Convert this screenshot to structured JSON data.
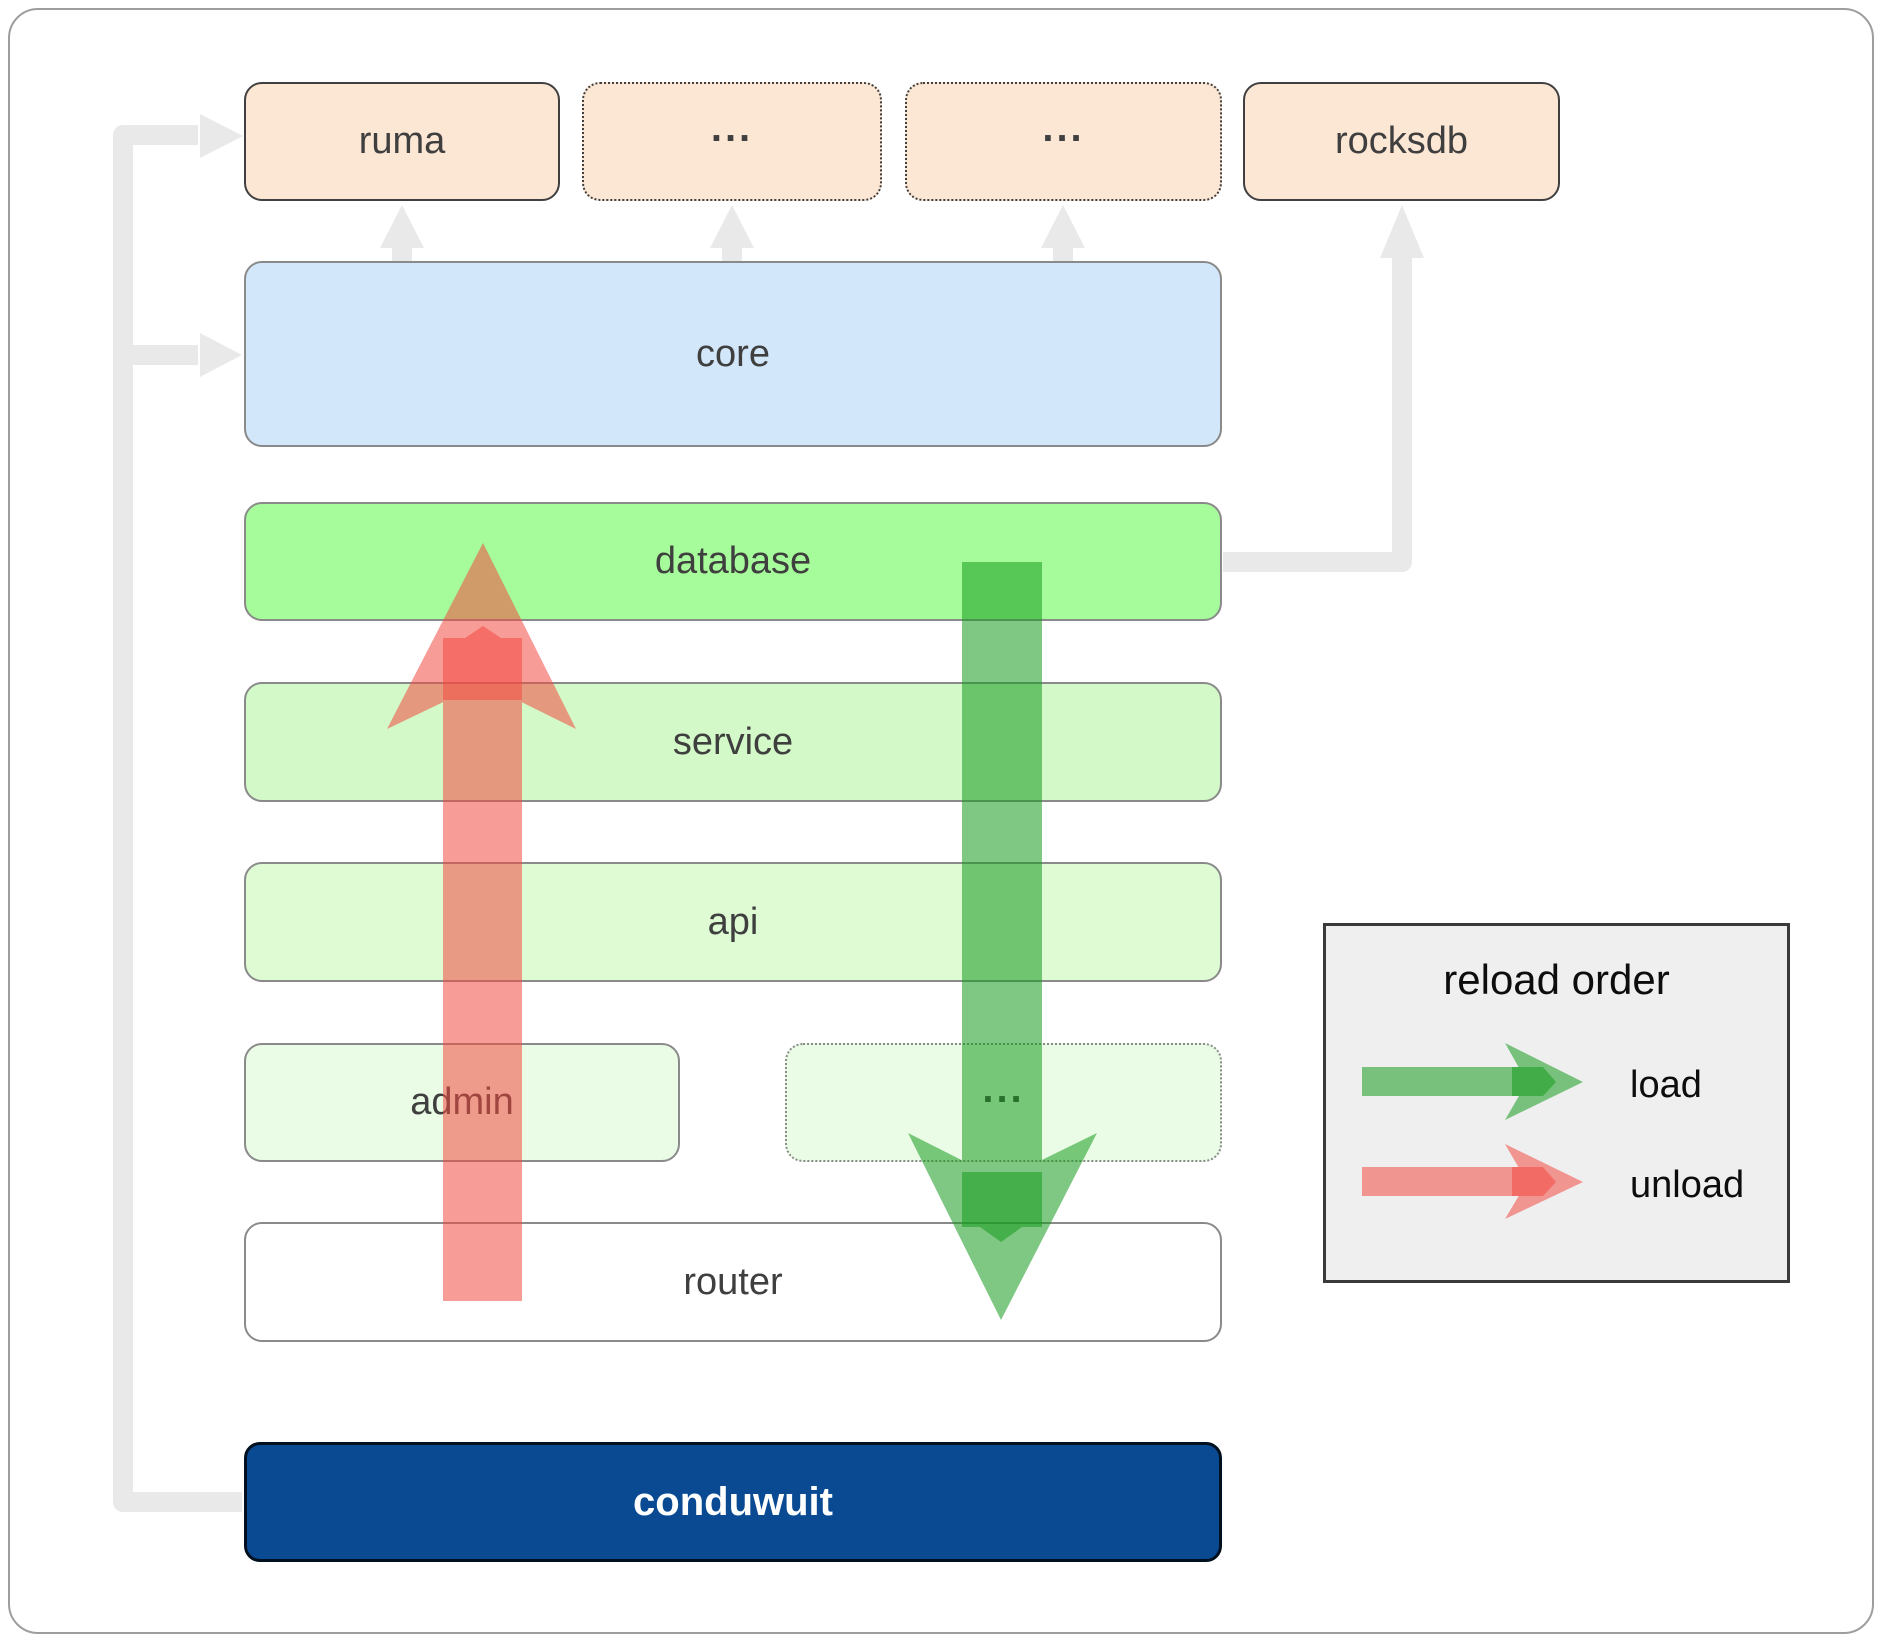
{
  "diagram": {
    "nodes": {
      "ruma": {
        "label": "ruma"
      },
      "deps1": {
        "label": "..."
      },
      "deps2": {
        "label": "..."
      },
      "rocksdb": {
        "label": "rocksdb"
      },
      "core": {
        "label": "core"
      },
      "database": {
        "label": "database"
      },
      "service": {
        "label": "service"
      },
      "api": {
        "label": "api"
      },
      "admin": {
        "label": "admin"
      },
      "workers": {
        "label": "..."
      },
      "router": {
        "label": "router"
      },
      "conduwuit": {
        "label": "conduwuit"
      }
    },
    "legend": {
      "title": "reload order",
      "items": [
        {
          "label": "load",
          "color": "#169b1d"
        },
        {
          "label": "unload",
          "color": "#f24b41"
        }
      ]
    },
    "colors": {
      "dependency_fill": "#fce6d4",
      "core_fill": "#d2e7fa",
      "database_fill": "#a6fc9a",
      "service_fill": "#d3f9c8",
      "api_fill": "#defbd4",
      "admin_fill": "#eafce5",
      "router_fill": "#ffffff",
      "conduwuit_fill": "#094a92",
      "load_arrow": "#169b1d",
      "unload_arrow": "#f24b41",
      "connector": "#e9e9e9"
    }
  }
}
